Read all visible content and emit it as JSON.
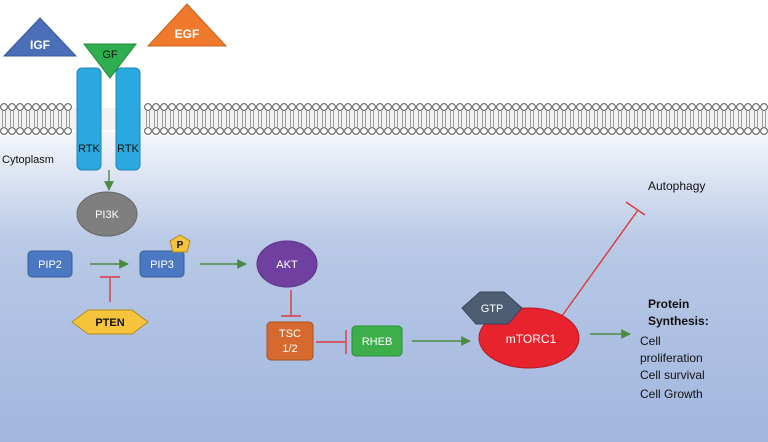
{
  "ligands": {
    "igf": "IGF",
    "egf": "EGF",
    "gf": "GF"
  },
  "receptor": {
    "left": "RTK",
    "right": "RTK"
  },
  "compartment": {
    "cytoplasm": "Cytoplasm"
  },
  "nodes": {
    "pi3k": "PI3K",
    "pip2": "PIP2",
    "pip3": "PIP3",
    "phosphate": "P",
    "akt": "AKT",
    "pten": "PTEN",
    "tsc_line1": "TSC",
    "tsc_line2": "1/2",
    "rheb": "RHEB",
    "gtp": "GTP",
    "mtorc1": "mTORC1"
  },
  "outputs": {
    "autophagy": "Autophagy",
    "protein_synthesis_line1": "Protein",
    "protein_synthesis_line2": "Synthesis:",
    "effects": [
      "Cell",
      "proliferation",
      "Cell survival",
      "Cell Growth"
    ]
  },
  "colors": {
    "background_top": "#ffffff",
    "cytoplasm": "#a6bbe0",
    "igf": "#4a6fb8",
    "egf": "#ef7a2e",
    "gf": "#2fae4f",
    "rtk": "#2aa8e0",
    "pi3k": "#7f7f7f",
    "pip": "#4b78c2",
    "phosphate": "#f6c43c",
    "akt": "#7040a0",
    "pten": "#f6c43c",
    "tsc": "#d66a2e",
    "rheb": "#3cae4a",
    "gtp": "#4d5d73",
    "mtorc1": "#e8232e",
    "activation": "#4c8a3f",
    "inhibition": "#d93a3a"
  }
}
